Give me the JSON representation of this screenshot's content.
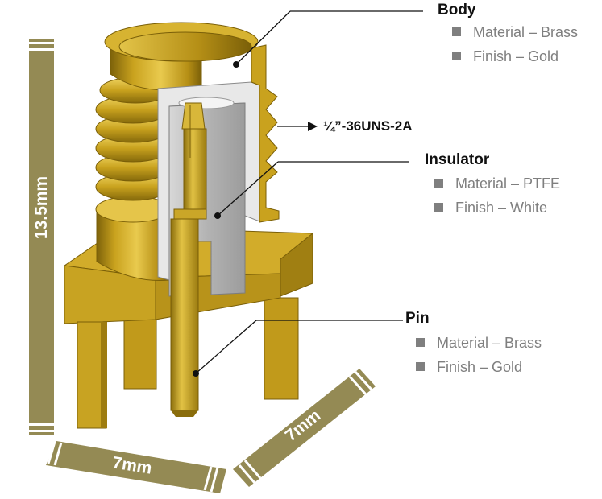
{
  "colors": {
    "brass": "#c9a21e",
    "brass_dark": "#8a6d0c",
    "brass_light": "#e7c84a",
    "ptfe": "#b9b9b9",
    "dimension_bar": "#948a54",
    "spec_text": "#7f7f7f"
  },
  "callouts": {
    "body": {
      "title": "Body",
      "material": "Material – Brass",
      "finish": "Finish – Gold"
    },
    "thread": {
      "label": "¼”-36UNS-2A"
    },
    "insulator": {
      "title": "Insulator",
      "material": "Material – PTFE",
      "finish": "Finish – White"
    },
    "pin": {
      "title": "Pin",
      "material": "Material – Brass",
      "finish": "Finish – Gold"
    }
  },
  "dimensions": {
    "height": "13.5mm",
    "width": "7mm",
    "depth": "7mm"
  }
}
